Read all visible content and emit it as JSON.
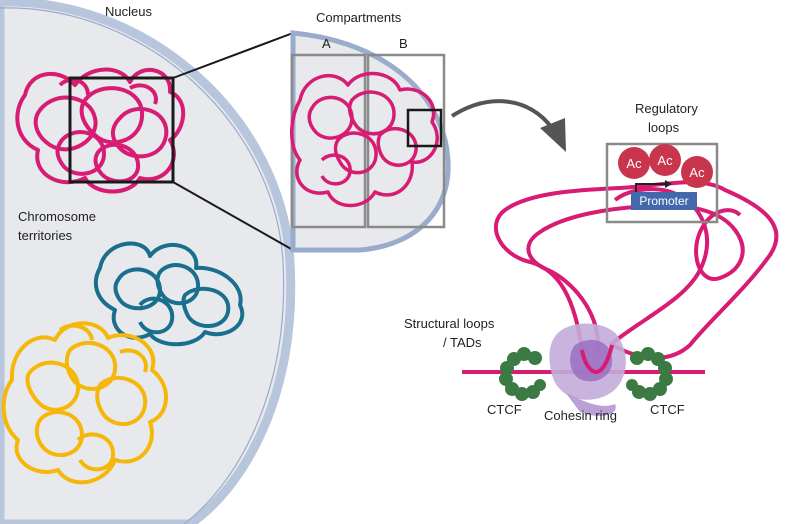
{
  "labels": {
    "nucleus": "Nucleus",
    "compartments": "Compartments",
    "compartment_a": "A",
    "compartment_b": "B",
    "chromosome_territories_line1": "Chromosome",
    "chromosome_territories_line2": "territories",
    "regulatory_loops_line1": "Regulatory",
    "regulatory_loops_line2": "loops",
    "acetylation_mark": "Ac",
    "promoter": "Promoter",
    "structural_loops_line1": "Structural loops",
    "structural_loops_line2": "/ TADs",
    "ctcf": "CTCF",
    "cohesin_ring": "Cohesin ring"
  },
  "colors": {
    "chromatin_magenta": "#d81b73",
    "chromatin_teal": "#1a6e8e",
    "chromatin_yellow": "#f5b70a",
    "nucleus_fill": "#e7e9ed",
    "nuclear_envelope": "#b7c6dc",
    "ctcf_green": "#3c7a43",
    "cohesin_purple": "#a98ac5",
    "acetyl_red": "#c8354c",
    "promoter_blue": "#4468ad",
    "box_gray": "#8a8a8a"
  }
}
